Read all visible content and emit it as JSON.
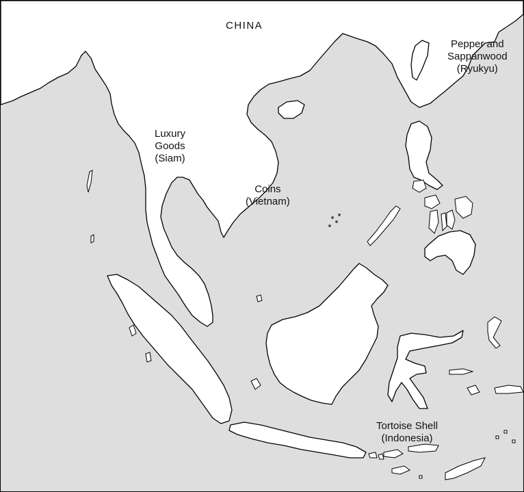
{
  "map": {
    "region_label": "CHINA",
    "sea_color": "#dedede",
    "land_color": "#ffffff",
    "labels": [
      {
        "id": "ryukyu",
        "lines": [
          "Pepper and",
          "Sappanwood",
          "(Ryukyu)"
        ]
      },
      {
        "id": "siam",
        "lines": [
          "Luxury",
          "Goods",
          "(Siam)"
        ]
      },
      {
        "id": "vietnam",
        "lines": [
          "Coins",
          "(Vietnam)"
        ]
      },
      {
        "id": "indonesia",
        "lines": [
          "Tortoise Shell",
          "(Indonesia)"
        ]
      }
    ]
  }
}
